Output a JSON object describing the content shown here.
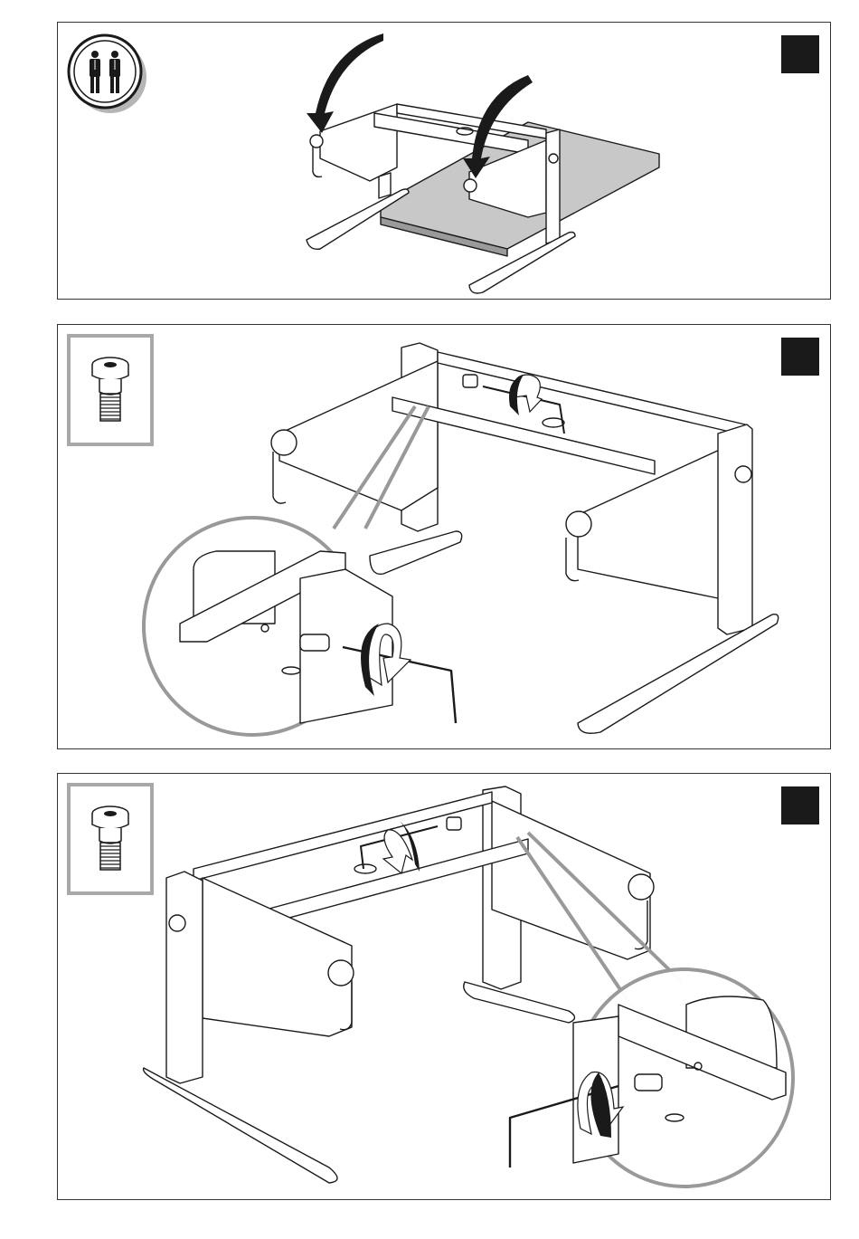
{
  "panels": [
    {
      "id": "two-person-assembly",
      "step_marker": "solid-black-square",
      "icon": "two-persons-icon"
    },
    {
      "id": "bolt-front-right",
      "step_marker": "solid-black-square",
      "icon": "shoulder-bolt-icon",
      "tool": "hex-key-icon"
    },
    {
      "id": "bolt-back-left",
      "step_marker": "solid-black-square",
      "icon": "shoulder-bolt-icon",
      "tool": "hex-key-icon"
    }
  ],
  "colors": {
    "line": "#1a1a1a",
    "callout": "#999999",
    "floor": "#c8c8c8",
    "marker": "#1a1a1a"
  }
}
